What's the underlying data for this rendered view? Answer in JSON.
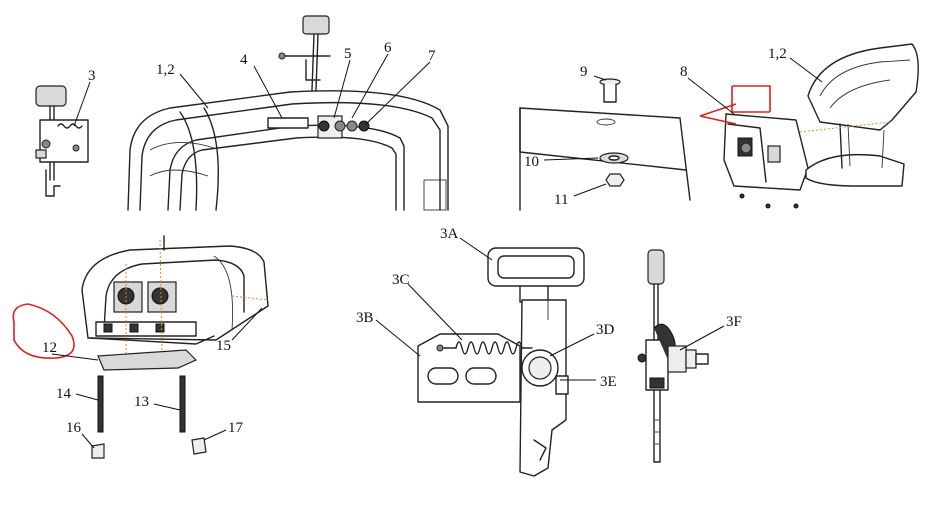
{
  "labels": {
    "l3": "3",
    "l12a": "1,2",
    "l4": "4",
    "l5": "5",
    "l6": "6",
    "l7": "7",
    "l9": "9",
    "l8": "8",
    "l12b": "1,2",
    "l10": "10",
    "l11": "11",
    "l3A": "3A",
    "l3C": "3C",
    "l3B": "3B",
    "l3D": "3D",
    "l3E": "3E",
    "l3F": "3F",
    "l12": "12",
    "l15": "15",
    "l14": "14",
    "l13": "13",
    "l16": "16",
    "l17": "17"
  },
  "colors": {
    "highlight": "#e02020",
    "guide": "#d98a3a"
  }
}
